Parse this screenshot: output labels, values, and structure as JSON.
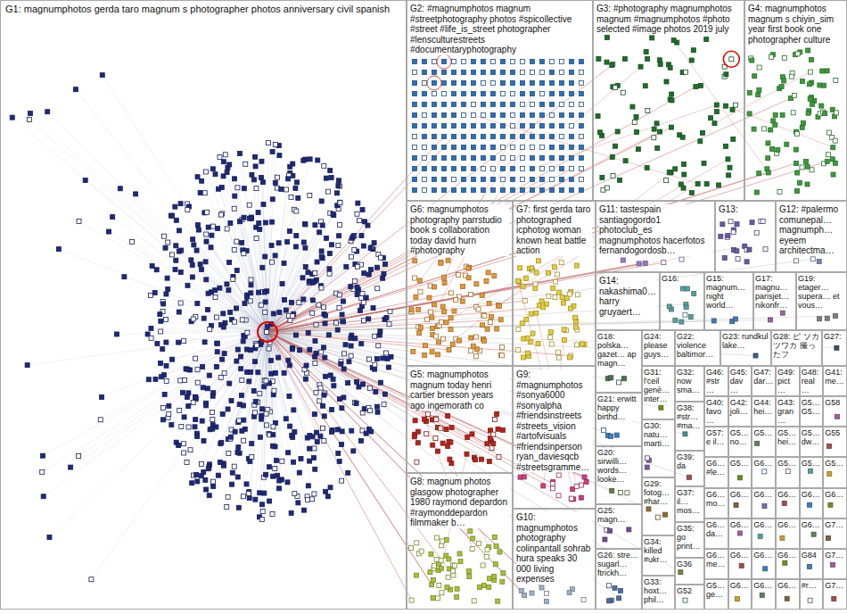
{
  "diagram": {
    "nodes": [
      {
        "text": [
          "G1: magnumphotos gerda taro magnum s photographer photos anniversary civil spanish"
        ]
      },
      {
        "text": [
          "G2: #magnumphotos magnum #streetphotography photos #spicollective #street #life_is_street photographer #lensculturestreets #documentaryphotography"
        ]
      },
      {
        "text": [
          "G3: #photography magnumphotos magnum #magnumphotos #photo selected #image photos 2019 july"
        ]
      },
      {
        "text": [
          "G4: magnumphotos magnum s chiyin_sim year first book one photographer culture"
        ]
      },
      {
        "text": [
          "G6: magnumphotos photography parrstudio book s collaboration today david hurn #photography"
        ]
      },
      {
        "text": [
          "G7: first gerda taro photographed icphotog woman known heat battle action"
        ]
      },
      {
        "text": [
          "G11: tastespain santiagogordo1 photoclub_es magnumphotos hacerfotos fernandogordosb…"
        ]
      },
      {
        "text": [
          "G13:"
        ]
      },
      {
        "text": [
          "G12: #palermo comunepal… magnumph… eyeem architectma…"
        ]
      },
      {
        "text": [
          "G14: nakashima0… harry gruyaert…"
        ]
      },
      {
        "text": [
          "G16:"
        ]
      },
      {
        "text": [
          "G15: magnum… night world…"
        ]
      },
      {
        "text": [
          "G17: magnu… parisjet… nikonfr…"
        ]
      },
      {
        "text": [
          "G19: etager… supera… et vous…"
        ]
      },
      {
        "text": [
          "G18: polska… gazet… ap magn…"
        ]
      },
      {
        "text": [
          "G24: please guys…"
        ]
      },
      {
        "text": [
          "G22: violence baltimor…"
        ]
      },
      {
        "text": [
          "G23: rundkul lake…"
        ]
      },
      {
        "text": [
          "G28: ピ ソカツワカ 撮ったフ"
        ]
      },
      {
        "text": [
          "G27:"
        ]
      },
      {
        "text": [
          "G5: magnumphotos magnum today henri cartier bresson years ago ingemorath co"
        ]
      },
      {
        "text": [
          "G9: #magnumphotos #sonya6000 #sonyalpha #friendsinstreets #streets_vision #artofvisuals #friendsinperson ryan_daviesqcb #streetsgramme…"
        ]
      },
      {
        "text": [
          "G31: l'ceil genè… inter…"
        ]
      },
      {
        "text": [
          "G32: now sma…"
        ]
      },
      {
        "text": [
          "G21: erwitt happy birthd…"
        ]
      },
      {
        "text": [
          "G30: natu… marti…"
        ]
      },
      {
        "text": [
          "G38: #str… #ma…"
        ]
      },
      {
        "text": [
          "G39: da"
        ]
      },
      {
        "text": [
          "G20: sirwilli… words… looke…"
        ]
      },
      {
        "text": [
          "G29: fotog… #har…"
        ]
      },
      {
        "text": [
          "G37: il… mos…"
        ]
      },
      {
        "text": [
          "G25: magn…"
        ]
      },
      {
        "text": [
          "G35: go print…"
        ]
      },
      {
        "text": [
          "G8: magnum photos glasgow photographer 1980 raymond depardon #raymonddepardon filmmaker b…"
        ]
      },
      {
        "text": [
          "G10: magnumphotos photography colinpantall sohrab hura speaks 30 000 living expenses"
        ]
      },
      {
        "text": [
          "G34: killed #ukr…"
        ]
      },
      {
        "text": [
          "G26: stre… sugarl… ftrickh…"
        ]
      },
      {
        "text": [
          "G36"
        ]
      },
      {
        "text": [
          "G33: hoxt… phil…"
        ]
      },
      {
        "text": [
          "G52"
        ]
      },
      {
        "text": [
          "G46: #str…"
        ]
      },
      {
        "text": [
          "G45: dav…"
        ]
      },
      {
        "text": [
          "G47: dar…"
        ]
      },
      {
        "text": [
          "G49: pict…"
        ]
      },
      {
        "text": [
          "G48: real…"
        ]
      },
      {
        "text": [
          "G41: me…"
        ]
      },
      {
        "text": [
          "G40: favo…"
        ]
      },
      {
        "text": [
          "G42: joli…"
        ]
      },
      {
        "text": [
          "G44: hei…"
        ]
      },
      {
        "text": [
          "G43: gran…"
        ]
      },
      {
        "text": [
          "G5… G5…"
        ]
      },
      {
        "text": [
          "G58"
        ]
      },
      {
        "text": [
          "G57: e il…"
        ]
      },
      {
        "text": [
          "G5… no…"
        ]
      },
      {
        "text": [
          "G5…"
        ]
      },
      {
        "text": [
          "G5… hei…"
        ]
      },
      {
        "text": [
          "G5… dw…"
        ]
      },
      {
        "text": [
          "G55"
        ]
      },
      {
        "text": [
          "G6… #le…"
        ]
      },
      {
        "text": [
          "G5…"
        ]
      },
      {
        "text": [
          "G6…"
        ]
      },
      {
        "text": [
          "G5…"
        ]
      },
      {
        "text": [
          "G5…"
        ]
      },
      {
        "text": [
          "G5…"
        ]
      },
      {
        "text": [
          "G6… mo…"
        ]
      },
      {
        "text": [
          "G6…"
        ]
      },
      {
        "text": [
          "G6…"
        ]
      },
      {
        "text": [
          "G6…"
        ]
      },
      {
        "text": [
          "G6…"
        ]
      },
      {
        "text": [
          "G6…"
        ]
      },
      {
        "text": [
          "G6… da…"
        ]
      },
      {
        "text": [
          "G6…"
        ]
      },
      {
        "text": [
          "G6…"
        ]
      },
      {
        "text": [
          "G6…"
        ]
      },
      {
        "text": [
          "G6…"
        ]
      },
      {
        "text": [
          "G7…"
        ]
      },
      {
        "text": [
          "G6… me…"
        ]
      },
      {
        "text": [
          "G6…"
        ]
      },
      {
        "text": [
          "G6…"
        ]
      },
      {
        "text": [
          "G6…"
        ]
      },
      {
        "text": [
          "G84"
        ]
      },
      {
        "text": [
          "G7…"
        ]
      },
      {
        "text": [
          "G5… ge…"
        ]
      },
      {
        "text": [
          "G6…"
        ]
      },
      {
        "text": [
          "G6…"
        ]
      },
      {
        "text": [
          "G6…"
        ]
      },
      {
        "text": [
          "#r…"
        ]
      },
      {
        "text": [
          "G7…"
        ]
      }
    ]
  }
}
